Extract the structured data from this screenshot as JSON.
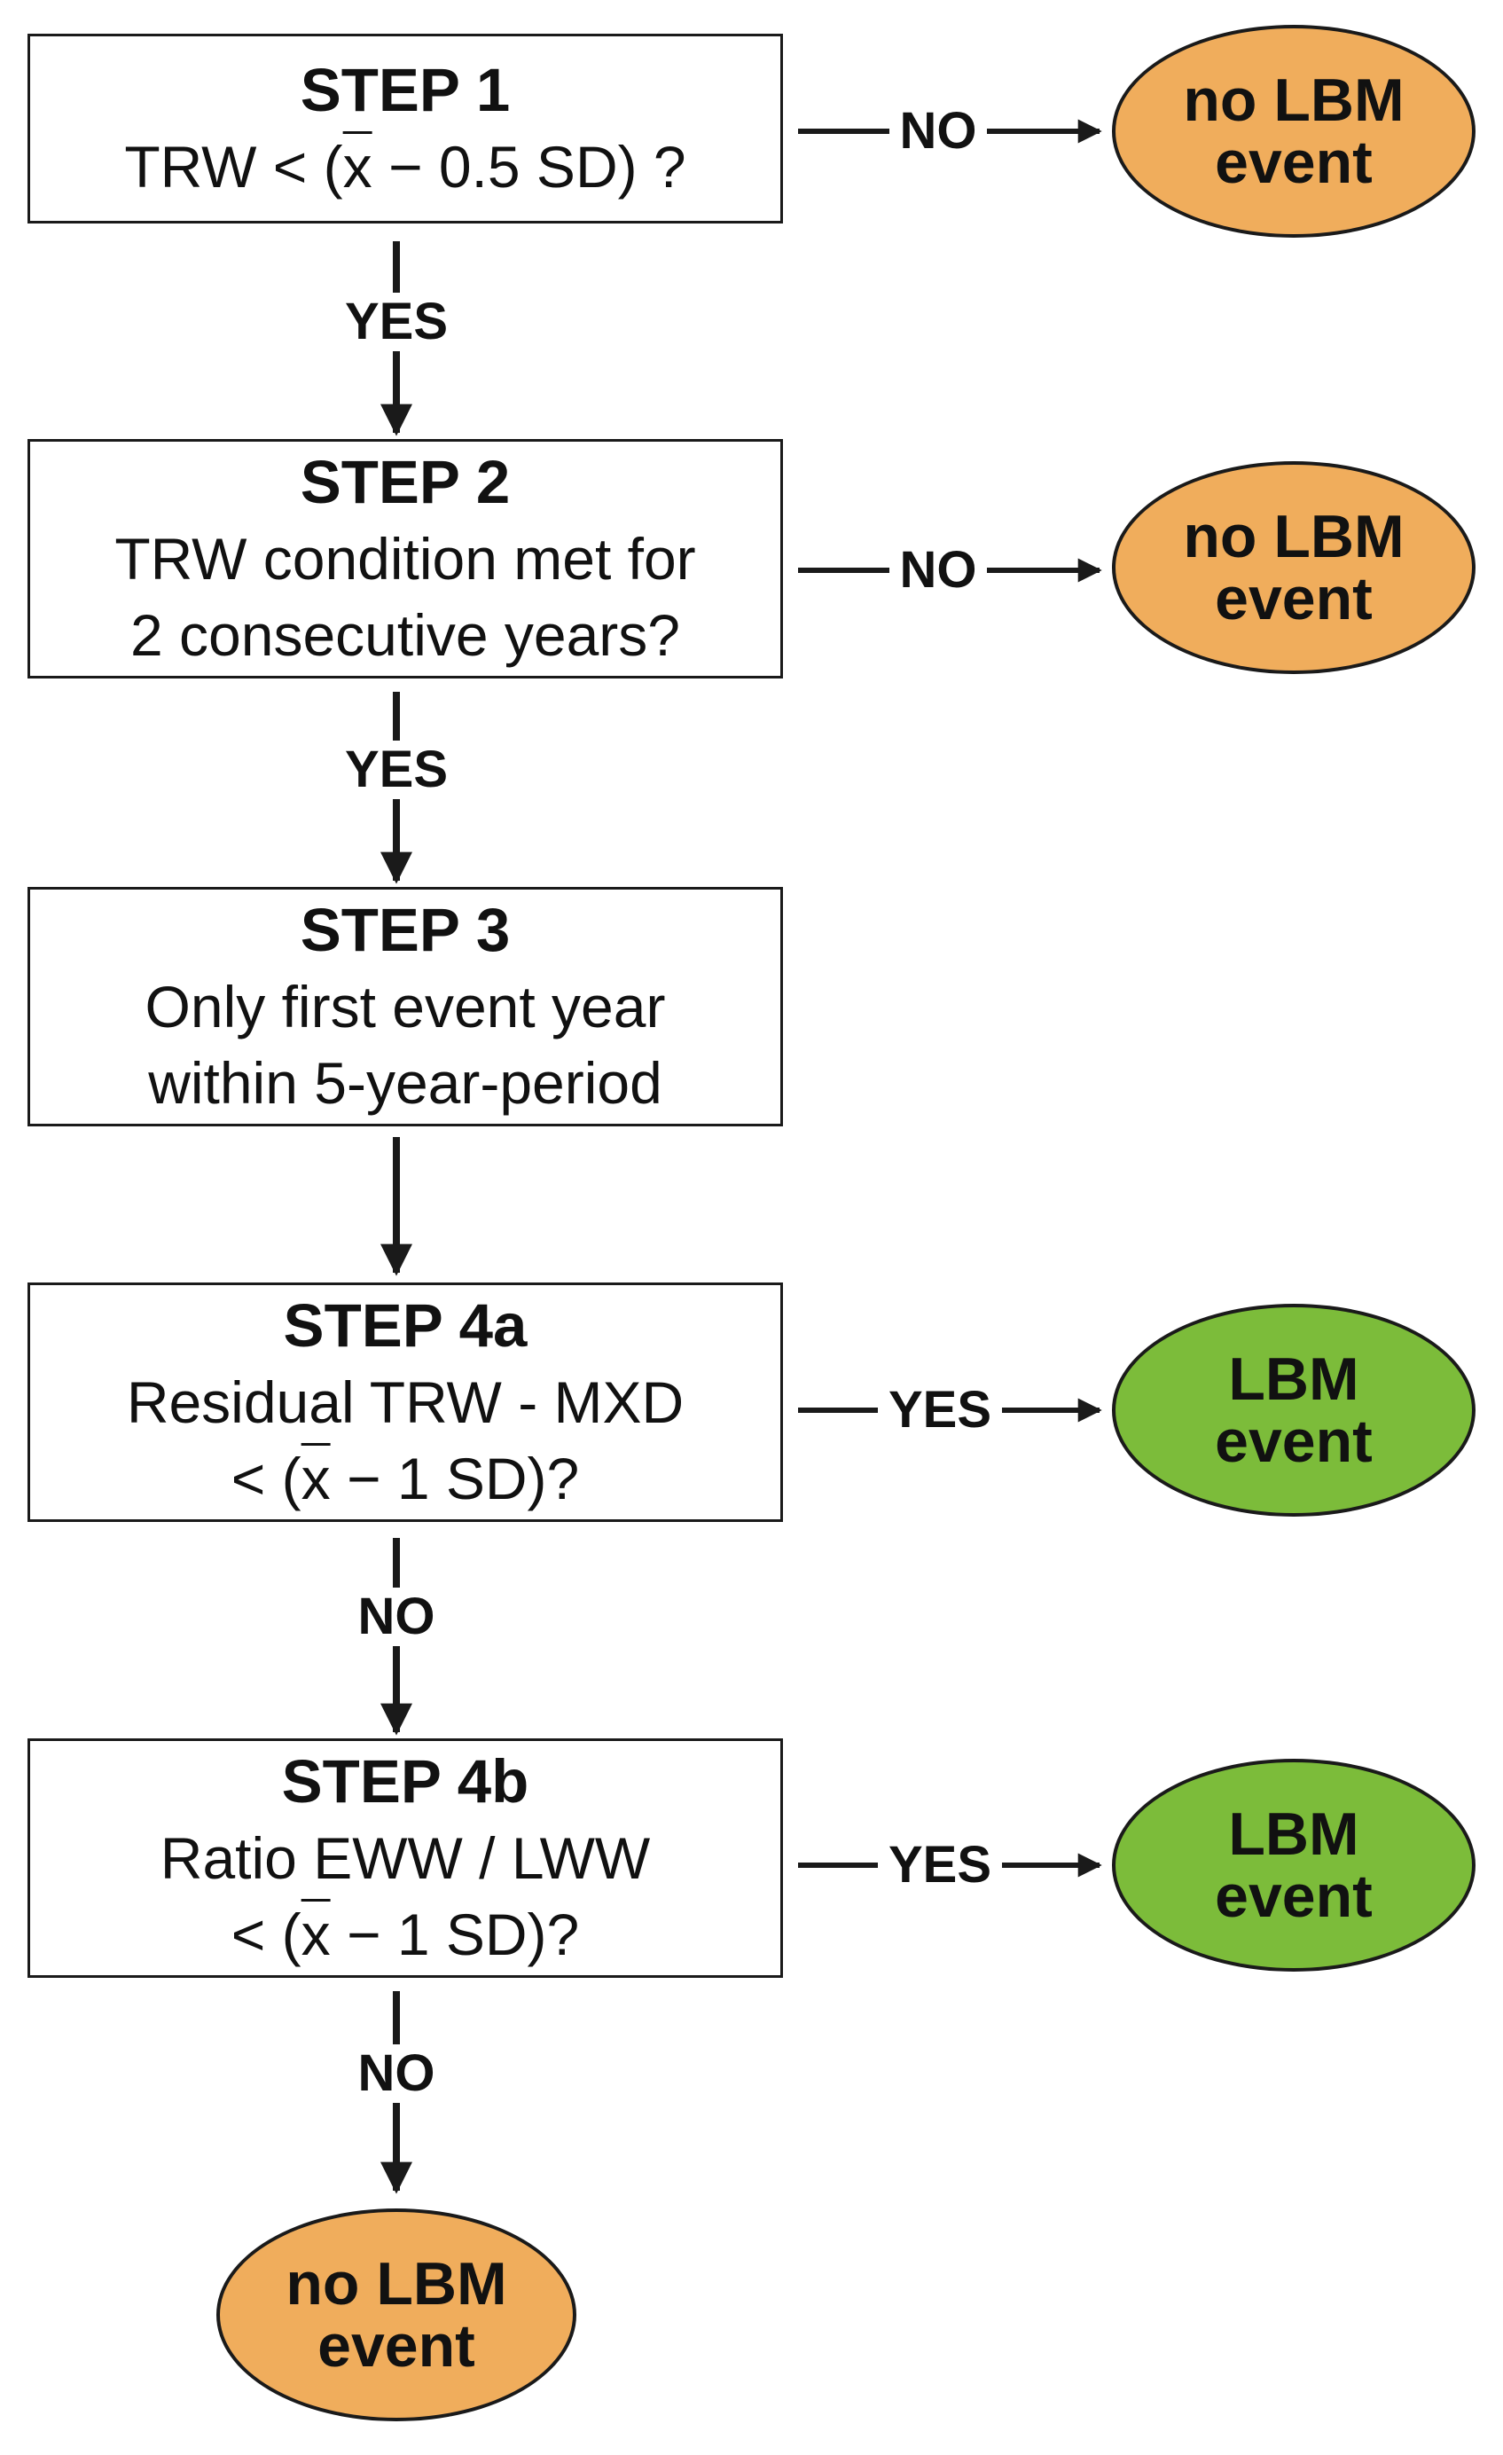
{
  "steps": [
    {
      "title": "STEP 1",
      "lines": [
        "TRW < (x̄ − 0.5 SD) ?"
      ]
    },
    {
      "title": "STEP 2",
      "lines": [
        "TRW condition met for",
        "2 consecutive years?"
      ]
    },
    {
      "title": "STEP 3",
      "lines": [
        "Only first event year",
        "within 5-year-period"
      ]
    },
    {
      "title": "STEP 4a",
      "lines": [
        "Residual TRW - MXD",
        "< (x̄ − 1 SD)?"
      ]
    },
    {
      "title": "STEP 4b",
      "lines": [
        "Ratio EWW / LWW",
        "< (x̄ − 1 SD)?"
      ]
    }
  ],
  "step1_line": {
    "pre": "TRW < (",
    "xbar": "x",
    "post": " − 0.5 SD) ?"
  },
  "step4a_line2": {
    "pre": "< (",
    "xbar": "x",
    "post": " − 1 SD)?"
  },
  "step4b_line2": {
    "pre": "< (",
    "xbar": "x",
    "post": " − 1 SD)?"
  },
  "outcomes": {
    "no_event": {
      "line1": "no LBM",
      "line2": "event"
    },
    "event": {
      "line1": "LBM",
      "line2": "event"
    }
  },
  "connector_labels": {
    "step1_down": "YES",
    "step2_down": "YES",
    "step4a_down": "NO",
    "step4b_down": "NO",
    "step1_right": "NO",
    "step2_right": "NO",
    "step4a_right": "YES",
    "step4b_right": "YES"
  },
  "colors": {
    "no_event_fill": "#f0ad5c",
    "event_fill": "#7cbc3a",
    "line": "#1a1a1a"
  }
}
